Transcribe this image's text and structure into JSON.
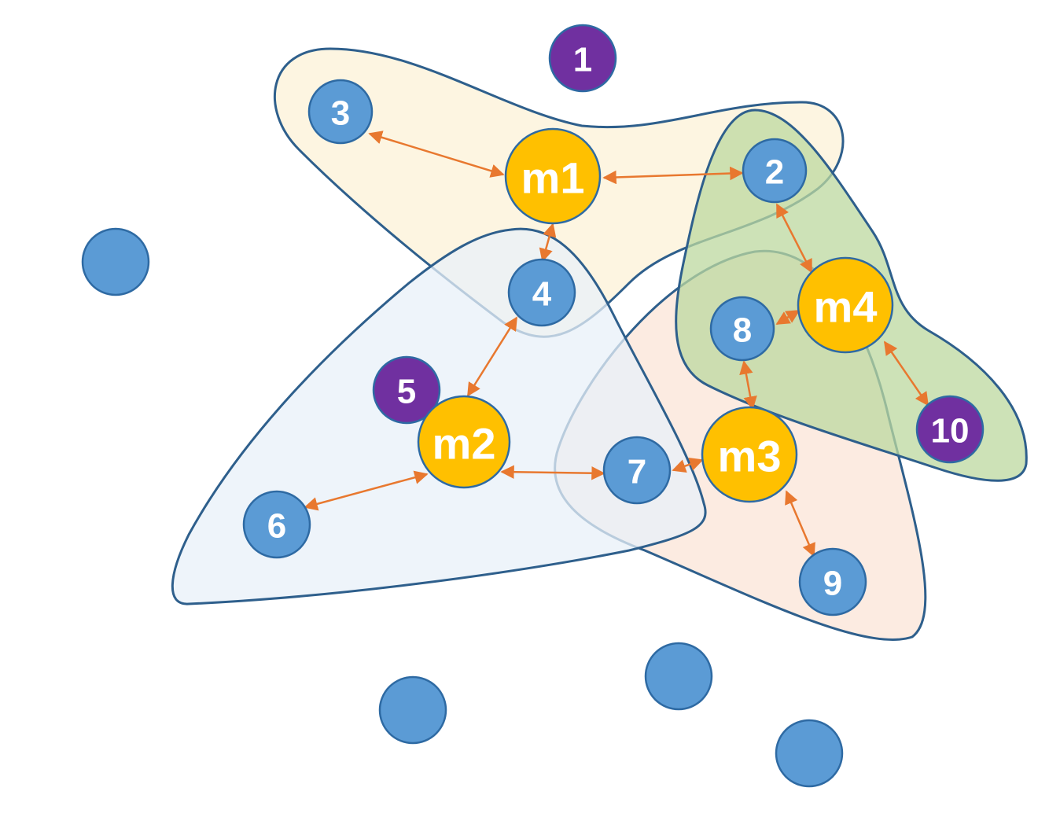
{
  "colors": {
    "blue_node": "#5b9bd5",
    "mobile_node": "#ffc000",
    "purple_node": "#7030a0",
    "edge": "#e8782f",
    "region_outline": "#2e5f8c",
    "region_m1": "#fdf3dc",
    "region_m2": "#e8f0f8",
    "region_m3": "#fbe8dc",
    "region_m4": "#bcd89f"
  },
  "nodes": {
    "n1": "1",
    "n2": "2",
    "n3": "3",
    "n4": "4",
    "n5": "5",
    "n6": "6",
    "n7": "7",
    "n8": "8",
    "n9": "9",
    "n10": "10",
    "m1": "m1",
    "m2": "m2",
    "m3": "m3",
    "m4": "m4"
  },
  "edges": [
    [
      "m1",
      "3"
    ],
    [
      "m1",
      "2"
    ],
    [
      "m1",
      "4"
    ],
    [
      "4",
      "m2"
    ],
    [
      "m2",
      "6"
    ],
    [
      "m2",
      "7"
    ],
    [
      "m3",
      "7"
    ],
    [
      "m3",
      "8"
    ],
    [
      "m3",
      "9"
    ],
    [
      "m4",
      "2"
    ],
    [
      "m4",
      "8"
    ],
    [
      "m4",
      "10"
    ]
  ]
}
